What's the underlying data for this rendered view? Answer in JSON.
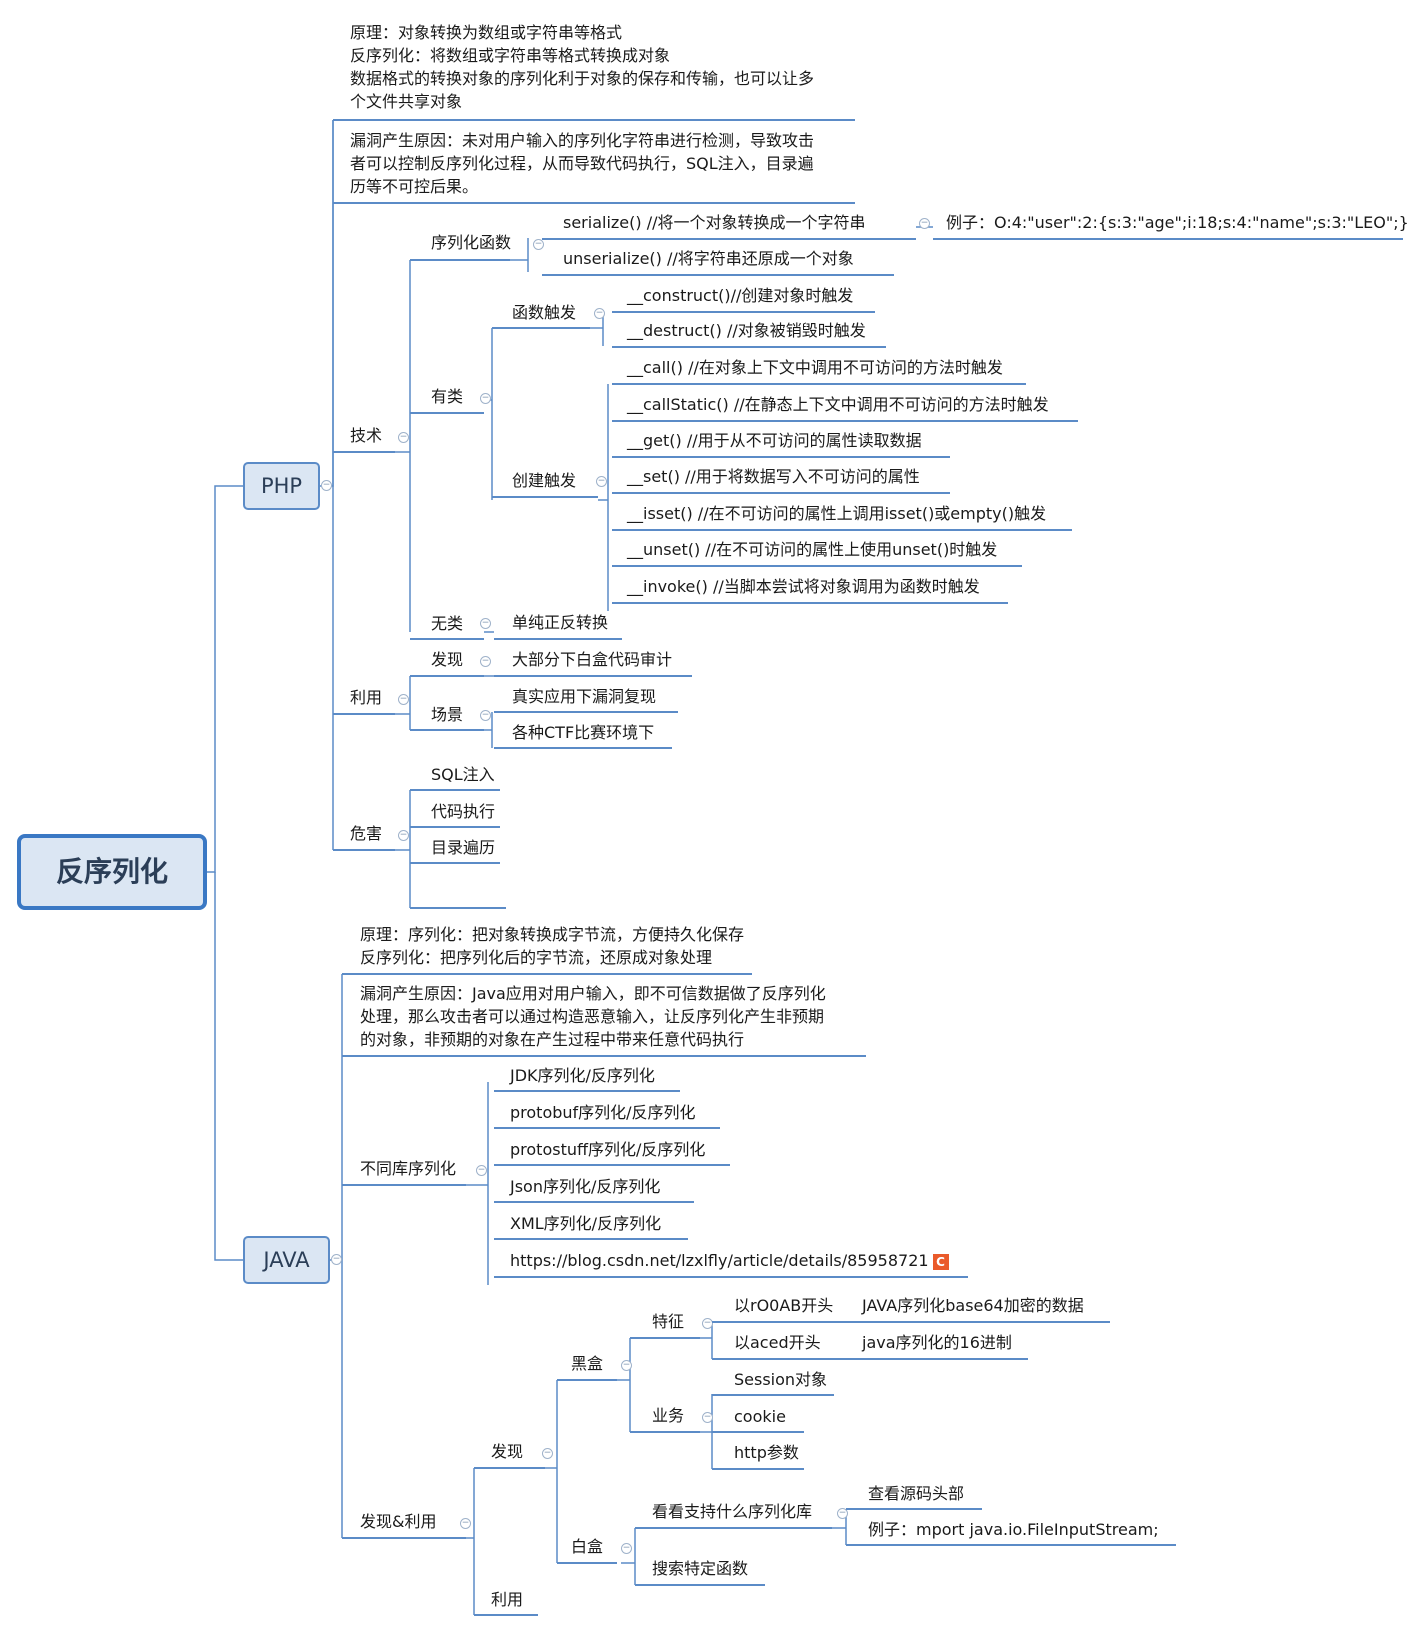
{
  "root": {
    "label": "反序列化"
  },
  "php": {
    "label": "PHP",
    "principle": [
      "原理：对象转换为数组或字符串等格式",
      "反序列化：将数组或字符串等格式转换成对象",
      "数据格式的转换对象的序列化利于对象的保存和传输，也可以让多",
      "个文件共享对象"
    ],
    "cause": [
      "漏洞产生原因：未对用户输入的序列化字符串进行检测，导致攻击",
      "者可以控制反序列化过程，从而导致代码执行，SQL注入，目录遍",
      "历等不可控后果。"
    ],
    "tech": {
      "label": "技术",
      "serial_funcs": {
        "label": "序列化函数",
        "serialize": "serialize()     //将一个对象转换成一个字符串",
        "serialize_example": "例子：O:4:\"user\":2:{s:3:\"age\";i:18;s:4:\"name\";s:3:\"LEO\";}",
        "unserialize": "unserialize()   //将字符串还原成一个对象"
      },
      "with_class": {
        "label": "有类",
        "func_trigger": {
          "label": "函数触发",
          "items": [
            "__construct()//创建对象时触发",
            "__destruct() //对象被销毁时触发"
          ]
        },
        "create_trigger": {
          "label": "创建触发",
          "items": [
            "__call() //在对象上下文中调用不可访问的方法时触发",
            "__callStatic() //在静态上下文中调用不可访问的方法时触发",
            "__get() //用于从不可访问的属性读取数据",
            "__set() //用于将数据写入不可访问的属性",
            "__isset() //在不可访问的属性上调用isset()或empty()触发",
            "__unset() //在不可访问的属性上使用unset()时触发",
            "__invoke() //当脚本尝试将对象调用为函数时触发"
          ]
        }
      },
      "no_class": {
        "label": "无类",
        "item": "单纯正反转换"
      }
    },
    "exploit": {
      "label": "利用",
      "discover": {
        "label": "发现",
        "item": "大部分下白盒代码审计"
      },
      "scene": {
        "label": "场景",
        "items": [
          "真实应用下漏洞复现",
          "各种CTF比赛环境下"
        ]
      }
    },
    "harm": {
      "label": "危害",
      "items": [
        "SQL注入",
        "代码执行",
        "目录遍历",
        ""
      ]
    }
  },
  "java": {
    "label": "JAVA",
    "principle": [
      "原理：序列化：把对象转换成字节流，方便持久化保存",
      "反序列化：把序列化后的字节流，还原成对象处理"
    ],
    "cause": [
      "漏洞产生原因：Java应用对用户输入，即不可信数据做了反序列化",
      "处理，那么攻击者可以通过构造恶意输入，让反序列化产生非预期",
      "的对象，非预期的对象在产生过程中带来任意代码执行"
    ],
    "libs": {
      "label": "不同库序列化",
      "items": [
        "JDK序列化/反序列化",
        "protobuf序列化/反序列化",
        "protostuff序列化/反序列化",
        "Json序列化/反序列化",
        "XML序列化/反序列化",
        "https://blog.csdn.net/lzxlfly/article/details/85958721"
      ],
      "link_badge": "C"
    },
    "discover_exploit": {
      "label": "发现&利用",
      "discover": {
        "label": "发现",
        "blackbox": {
          "label": "黑盒",
          "feature": {
            "label": "特征",
            "items": [
              {
                "k": "以rO0AB开头",
                "v": "JAVA序列化base64加密的数据"
              },
              {
                "k": "以aced开头",
                "v": "java序列化的16进制"
              }
            ]
          },
          "business": {
            "label": "业务",
            "items": [
              "Session对象",
              "cookie",
              "http参数"
            ]
          }
        },
        "whitebox": {
          "label": "白盒",
          "lib_check": {
            "label": "看看支持什么序列化库",
            "items": [
              "查看源码头部",
              "例子：mport java.io.FileInputStream;"
            ]
          },
          "search": "搜索特定函数"
        }
      },
      "exploit": {
        "label": "利用"
      }
    }
  }
}
